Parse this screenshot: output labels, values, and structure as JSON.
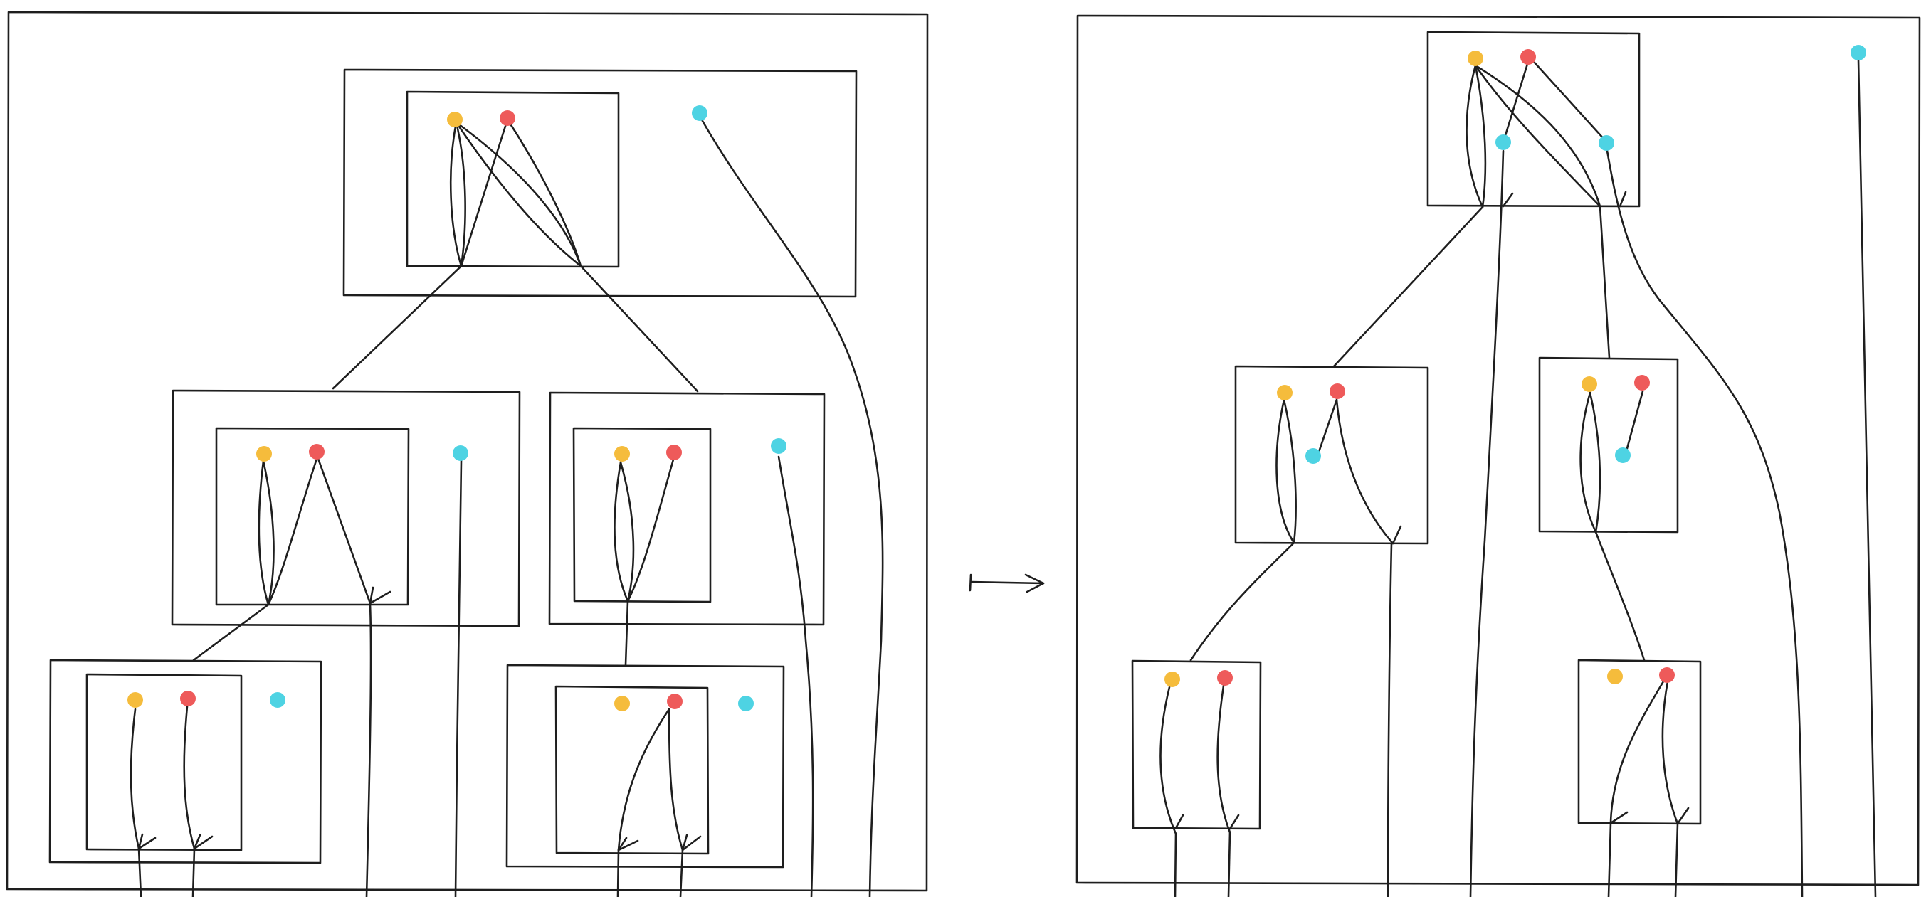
{
  "diagram": {
    "colors": {
      "ink": "#1e1e1e",
      "dot_yellow": "#f5bc3c",
      "dot_red": "#ee5a5a",
      "dot_cyan": "#4ed3e3"
    },
    "left_panel": {
      "kind": "nested-box tree",
      "nodes": 5,
      "dot_colors_per_node": [
        "yellow",
        "red",
        "cyan"
      ]
    },
    "right_panel": {
      "kind": "nested-box tree",
      "nodes": 5,
      "dot_colors_per_node": [
        "yellow",
        "red",
        "cyan"
      ]
    },
    "connector": {
      "icon": "maps-to-arrow-icon",
      "symbol": "↦"
    }
  }
}
